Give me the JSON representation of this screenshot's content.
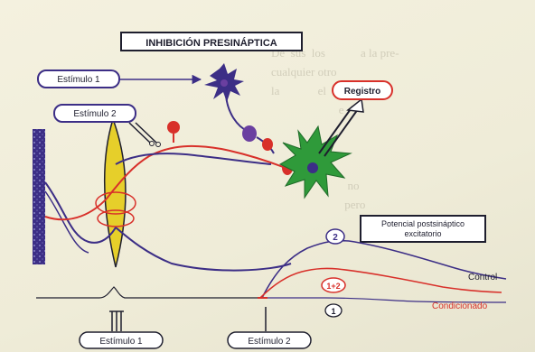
{
  "title": "INHIBICIÓN PRESINÁPTICA",
  "labels": {
    "stim1_top": "Estímulo 1",
    "stim2_top": "Estímulo 2",
    "registro": "Registro",
    "ppse_line1": "Potencial postsináptico",
    "ppse_line2": "excitatorio",
    "control": "Control",
    "condicionado": "Condicionado",
    "num2": "2",
    "num12": "1+2",
    "num1": "1",
    "stim1_bottom": "Estímulo 1",
    "stim2_bottom": "Estímulo 2"
  },
  "colors": {
    "purple": "#3c2e86",
    "red": "#d8302a",
    "green": "#2f9a3a",
    "yellow": "#e6cf2a",
    "ink": "#1e1e2e"
  }
}
